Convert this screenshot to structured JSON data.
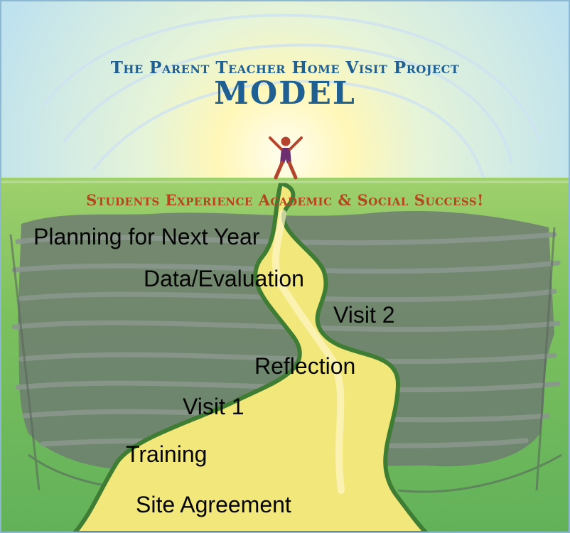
{
  "header": {
    "project_title": "The Parent Teacher Home Visit Project",
    "model_title": "MODEL"
  },
  "goal": {
    "tagline": "Students Experience Academic & Social Success!"
  },
  "path": {
    "steps": [
      "Planning for Next Year",
      "Data/Evaluation",
      "Visit 2",
      "Reflection",
      "Visit 1",
      "Training",
      "Site Agreement"
    ]
  },
  "colors": {
    "sky": "#d7eef6",
    "sun": "#fffac8",
    "grass": "#5fae53",
    "scribble": "#6e7d71",
    "path_fill": "#f2e77b",
    "path_edge": "#3f7c34",
    "title_blue": "#1f5f92",
    "tagline_orange": "#b4451e",
    "figure": "#b4442d"
  },
  "icons": {
    "figure": "cheering-person-icon"
  }
}
